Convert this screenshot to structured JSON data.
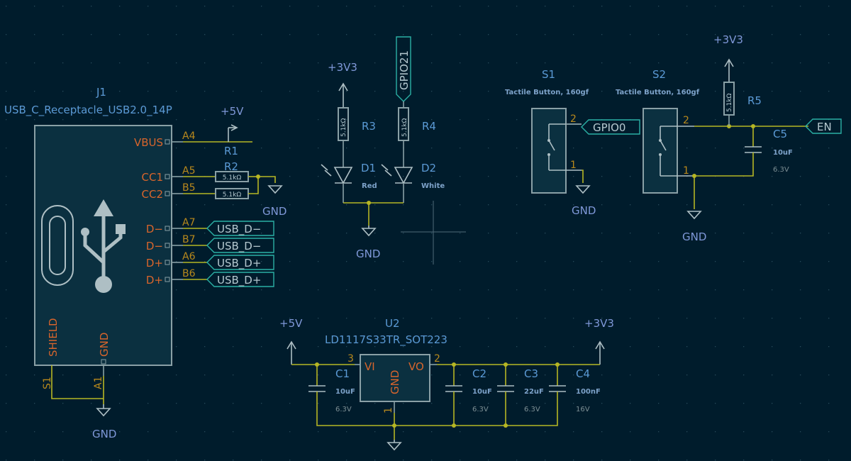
{
  "schematic": {
    "usb_connector": {
      "reference": "J1",
      "value": "USB_C_Receptacle_USB2.0_14P",
      "pins": [
        {
          "num": "A4",
          "name": "VBUS"
        },
        {
          "num": "A5",
          "name": "CC1"
        },
        {
          "num": "B5",
          "name": "CC2"
        },
        {
          "num": "A7",
          "name": "D−"
        },
        {
          "num": "B7",
          "name": "D−"
        },
        {
          "num": "A6",
          "name": "D+"
        },
        {
          "num": "B6",
          "name": "D+"
        }
      ],
      "bottom_pins": [
        {
          "num": "S1",
          "name": "SHIELD"
        },
        {
          "num": "A1",
          "name": "GND"
        }
      ]
    },
    "cc_resistors": {
      "ref_a": "R1",
      "ref_b": "R2",
      "value_a": "5.1kΩ",
      "value_b": "5.1kΩ"
    },
    "usb_net_labels": [
      "USB_D−",
      "USB_D−",
      "USB_D+",
      "USB_D+"
    ],
    "power_labels": {
      "p5v_usb": "+5V",
      "p3v3_led": "+3V3",
      "p3v3_en": "+3V3",
      "p5v_reg": "+5V",
      "p3v3_reg": "+3V3"
    },
    "gnd_labels": [
      "GND",
      "GND",
      "GND",
      "GND",
      "GND"
    ],
    "led_section": {
      "gpio_label": "GPIO21",
      "r3": {
        "ref": "R3",
        "value": "5.1kΩ"
      },
      "r4": {
        "ref": "R4",
        "value": "5.1kΩ"
      },
      "d1": {
        "ref": "D1",
        "value": "Red"
      },
      "d2": {
        "ref": "D2",
        "value": "White"
      }
    },
    "buttons": {
      "s1": {
        "ref": "S1",
        "value": "Tactile Button, 160gf",
        "net": "GPIO0",
        "pin_top": "2",
        "pin_bottom": "1"
      },
      "s2": {
        "ref": "S2",
        "value": "Tactile Button, 160gf",
        "pin_top": "2",
        "pin_bottom": "1"
      },
      "r5": {
        "ref": "R5",
        "value": "5.1kΩ"
      },
      "c5": {
        "ref": "C5",
        "value": "10uF",
        "voltage": "6.3V"
      },
      "en_label": "EN"
    },
    "regulator": {
      "reference": "U2",
      "value": "LD1117S33TR_SOT223",
      "pin_vi": "VI",
      "pin_vo": "VO",
      "pin_gnd": "GND",
      "pin_vi_num": "3",
      "pin_vo_num": "2",
      "pin_gnd_num": "1"
    },
    "capacitors": [
      {
        "ref": "C1",
        "value": "10uF",
        "voltage": "6.3V"
      },
      {
        "ref": "C2",
        "value": "10uF",
        "voltage": "6.3V"
      },
      {
        "ref": "C3",
        "value": "22uF",
        "voltage": "6.3V"
      },
      {
        "ref": "C4",
        "value": "100nF",
        "voltage": "16V"
      }
    ],
    "colors": {
      "background": "#001c2c",
      "wire": "#b6b624",
      "component_body": "#8aa0a6",
      "reference_text": "#5b9ad5",
      "pin_name_text": "#d8652c",
      "pin_number_text": "#b8891c",
      "net_label": "#2bb0a5"
    }
  }
}
